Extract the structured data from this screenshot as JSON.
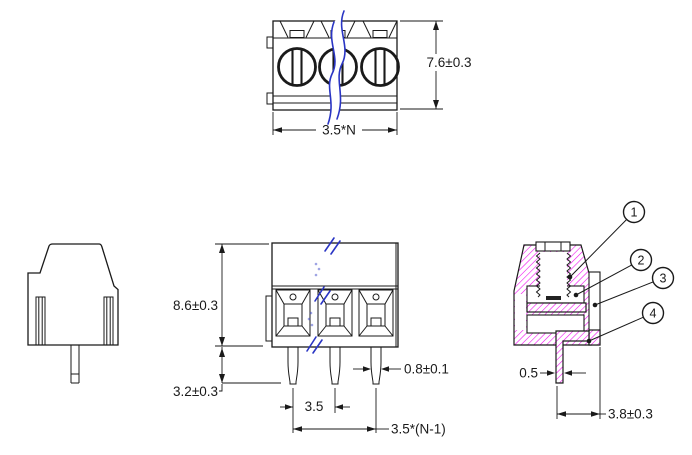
{
  "drawing": {
    "description": "Screw terminal block engineering drawing, three views plus cross-section",
    "top_view": {
      "height_dim": "7.6±0.3",
      "width_dim": "3.5*N"
    },
    "front_view": {
      "height_dim": "8.6±0.3",
      "pin_length_dim": "3.2±0.3",
      "pitch_dim": "3.5",
      "pin_width_dim": "0.8±0.1",
      "span_dim": "3.5*(N-1)"
    },
    "section_view": {
      "pin_thickness_dim": "0.5",
      "pin_to_face_dim": "3.8±0.3",
      "callouts": [
        "1",
        "2",
        "3",
        "4"
      ]
    },
    "colors": {
      "line": "#1a1a1a",
      "break_line": "#2a35c4",
      "section_hatch": "#f000f0",
      "background": "#ffffff"
    }
  }
}
